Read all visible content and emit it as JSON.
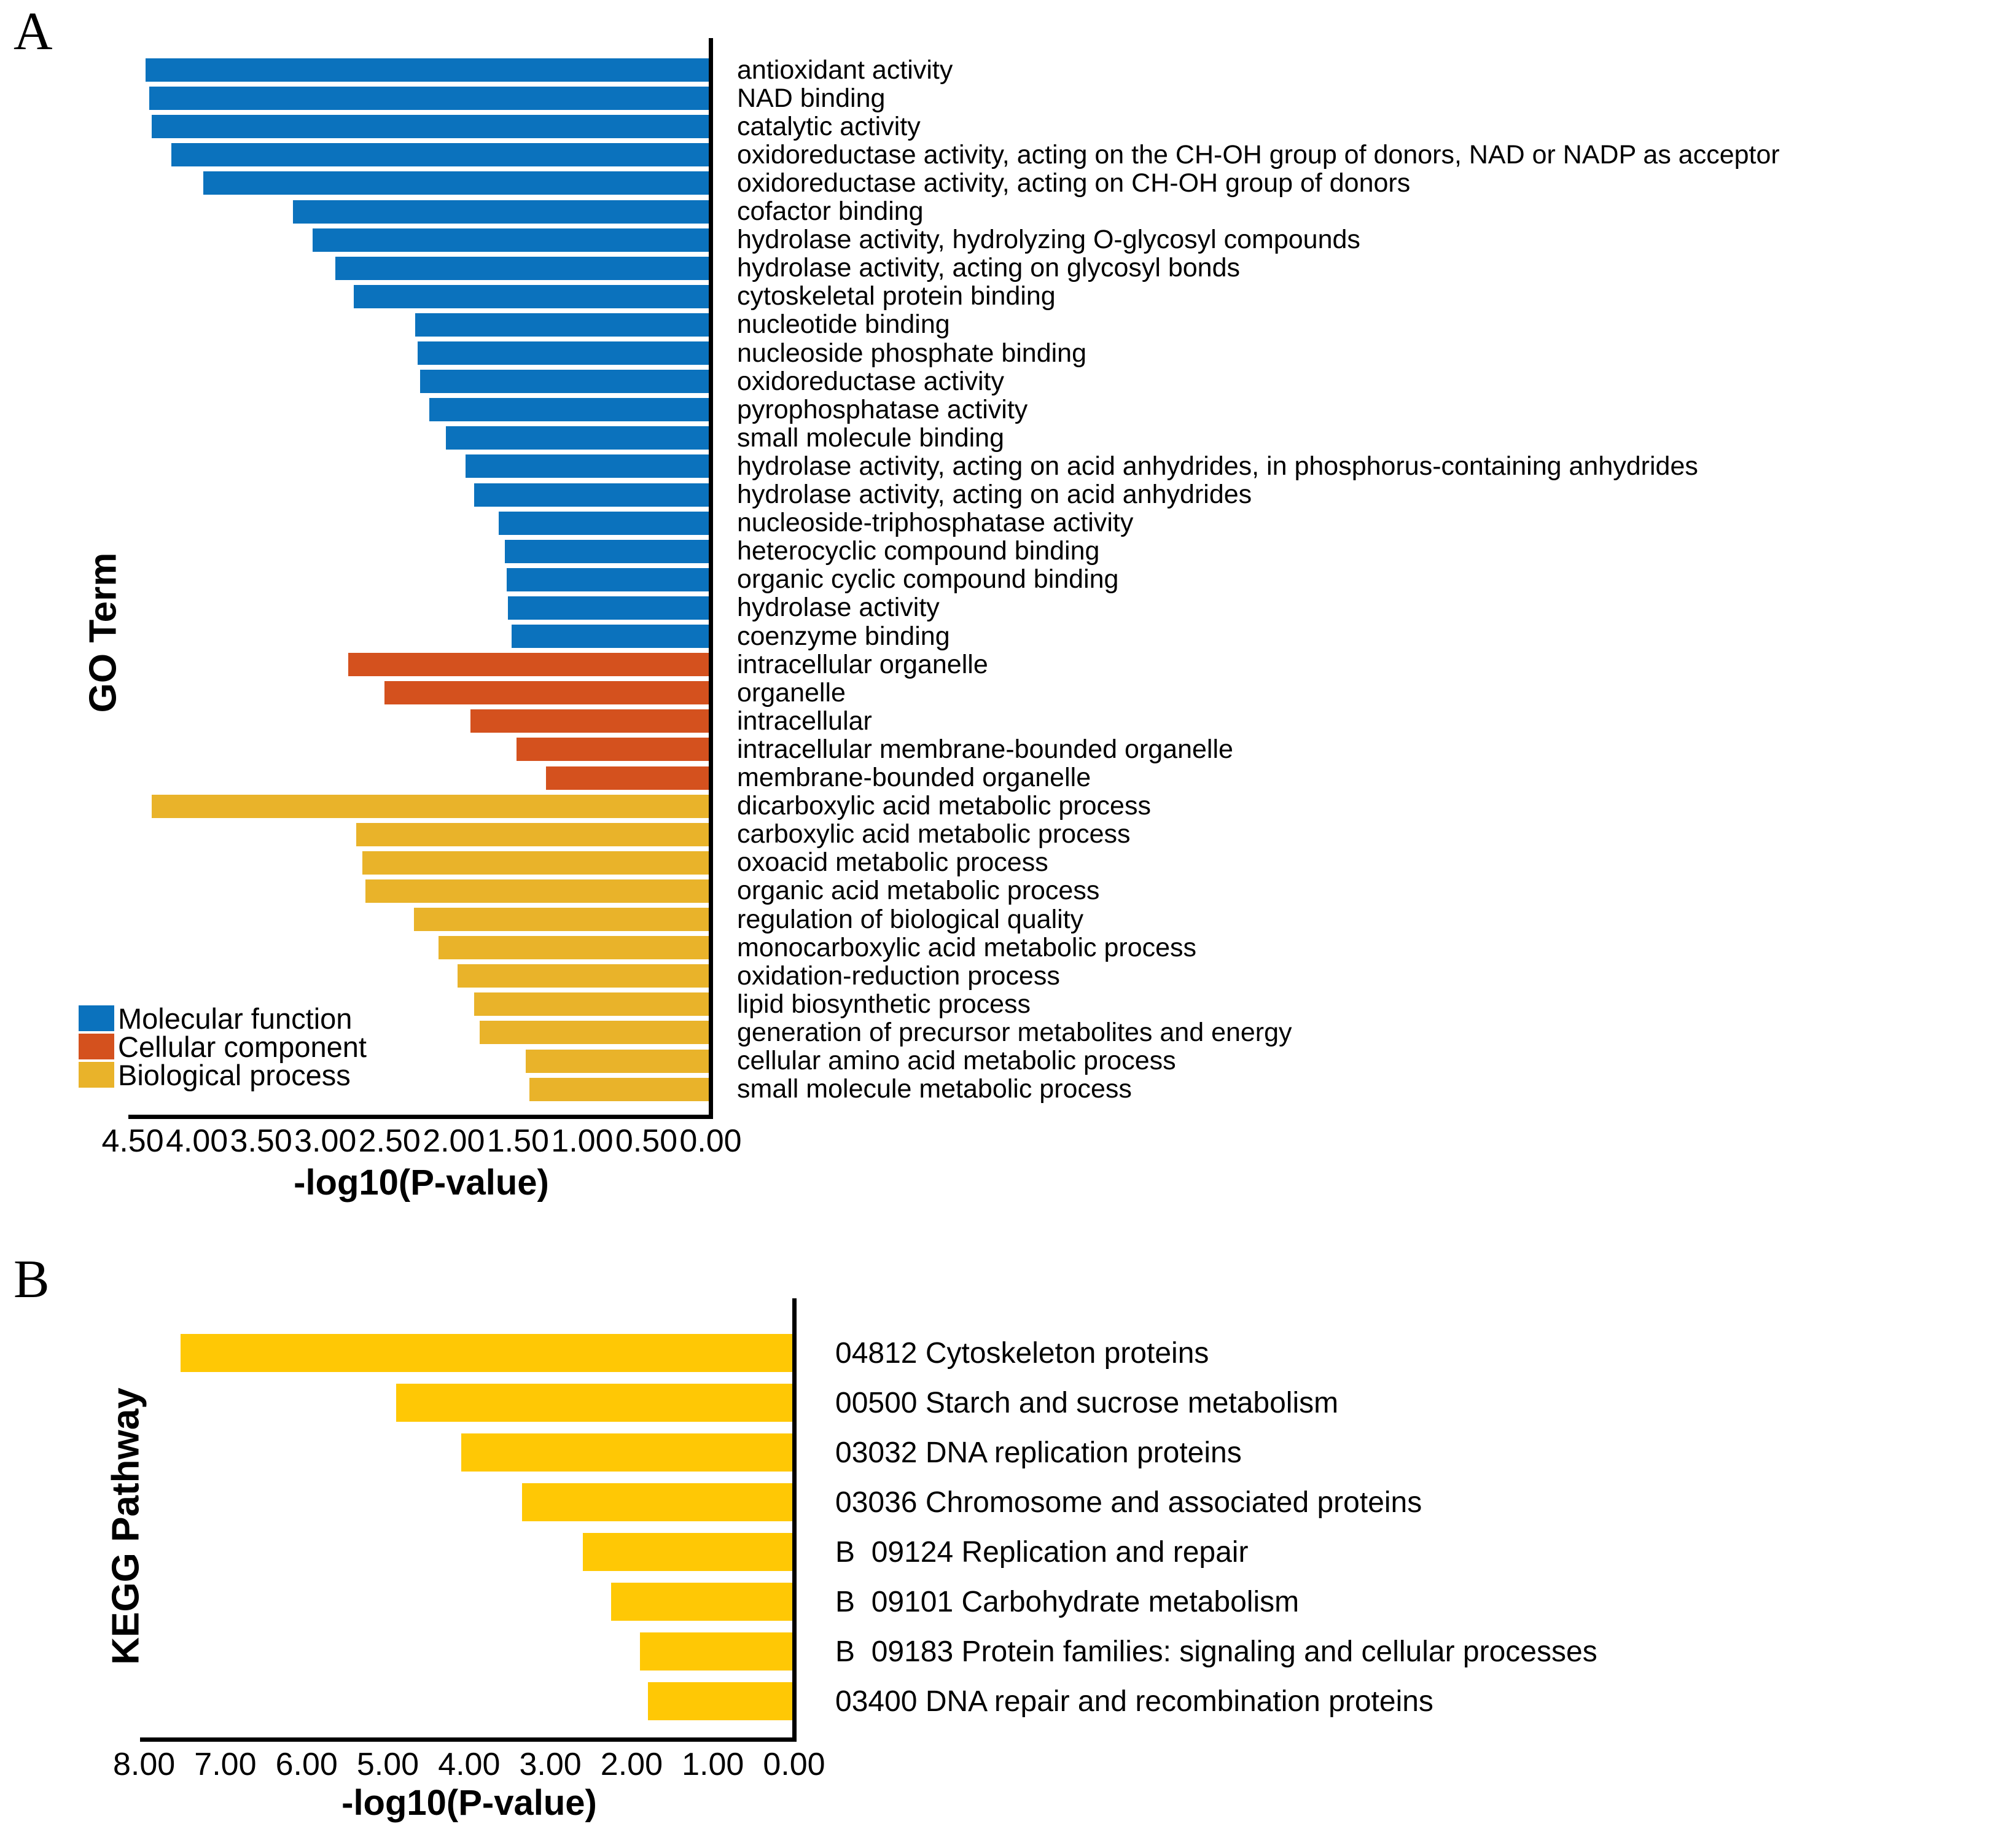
{
  "figure": {
    "panel_a": {
      "letter": "A",
      "y_axis_label": "GO Term",
      "x_axis_label": "-log10(P-value)",
      "x_ticks": [
        "4.50",
        "4.00",
        "3.50",
        "3.00",
        "2.50",
        "2.00",
        "1.50",
        "1.00",
        "0.50",
        "0.00"
      ],
      "legend": [
        {
          "label": "Molecular function",
          "color": "#0b72bd"
        },
        {
          "label": "Cellular component",
          "color": "#d4511e"
        },
        {
          "label": "Biological process",
          "color": "#e9b32a"
        }
      ]
    },
    "panel_b": {
      "letter": "B",
      "y_axis_label": "KEGG Pathway",
      "x_axis_label": "-log10(P-value)",
      "x_ticks": [
        "8.00",
        "7.00",
        "6.00",
        "5.00",
        "4.00",
        "3.00",
        "2.00",
        "1.00",
        "0.00"
      ],
      "bar_color": "#ffc805"
    }
  },
  "chart_data": [
    {
      "id": "go_term_enrichment",
      "type": "bar",
      "orientation": "horizontal",
      "xlabel": "-log10(P-value)",
      "ylabel": "GO Term",
      "xlim": [
        4.5,
        0
      ],
      "x_axis_reversed": true,
      "grid": false,
      "legend_position": "inside-bottom-left",
      "legend": [
        "Molecular function",
        "Cellular component",
        "Biological process"
      ],
      "colors": {
        "Molecular function": "#0b72bd",
        "Cellular component": "#d4511e",
        "Biological process": "#e9b32a"
      },
      "bars": [
        {
          "label": "antioxidant activity",
          "value": 4.4,
          "category": "Molecular function"
        },
        {
          "label": "NAD binding",
          "value": 4.37,
          "category": "Molecular function"
        },
        {
          "label": "catalytic activity",
          "value": 4.35,
          "category": "Molecular function"
        },
        {
          "label": "oxidoreductase activity, acting on the CH-OH group of donors, NAD or NADP as acceptor",
          "value": 4.2,
          "category": "Molecular function"
        },
        {
          "label": "oxidoreductase activity, acting on CH-OH group of donors",
          "value": 3.95,
          "category": "Molecular function"
        },
        {
          "label": "cofactor binding",
          "value": 3.25,
          "category": "Molecular function"
        },
        {
          "label": "hydrolase activity, hydrolyzing O-glycosyl compounds",
          "value": 3.1,
          "category": "Molecular function"
        },
        {
          "label": "hydrolase activity, acting on glycosyl bonds",
          "value": 2.92,
          "category": "Molecular function"
        },
        {
          "label": "cytoskeletal protein binding",
          "value": 2.78,
          "category": "Molecular function"
        },
        {
          "label": "nucleotide binding",
          "value": 2.3,
          "category": "Molecular function"
        },
        {
          "label": "nucleoside phosphate binding",
          "value": 2.28,
          "category": "Molecular function"
        },
        {
          "label": "oxidoreductase activity",
          "value": 2.26,
          "category": "Molecular function"
        },
        {
          "label": "pyrophosphatase activity",
          "value": 2.19,
          "category": "Molecular function"
        },
        {
          "label": "small molecule binding",
          "value": 2.06,
          "category": "Molecular function"
        },
        {
          "label": "hydrolase activity, acting on acid anhydrides, in phosphorus-containing anhydrides",
          "value": 1.91,
          "category": "Molecular function"
        },
        {
          "label": "hydrolase activity, acting on acid anhydrides",
          "value": 1.84,
          "category": "Molecular function"
        },
        {
          "label": "nucleoside-triphosphatase activity",
          "value": 1.65,
          "category": "Molecular function"
        },
        {
          "label": "heterocyclic compound binding",
          "value": 1.6,
          "category": "Molecular function"
        },
        {
          "label": "organic cyclic compound binding",
          "value": 1.59,
          "category": "Molecular function"
        },
        {
          "label": "hydrolase activity",
          "value": 1.58,
          "category": "Molecular function"
        },
        {
          "label": "coenzyme binding",
          "value": 1.55,
          "category": "Molecular function"
        },
        {
          "label": "intracellular organelle",
          "value": 2.82,
          "category": "Cellular component"
        },
        {
          "label": "organelle",
          "value": 2.54,
          "category": "Cellular component"
        },
        {
          "label": "intracellular",
          "value": 1.87,
          "category": "Cellular component"
        },
        {
          "label": "intracellular membrane-bounded organelle",
          "value": 1.51,
          "category": "Cellular component"
        },
        {
          "label": "membrane-bounded organelle",
          "value": 1.28,
          "category": "Cellular component"
        },
        {
          "label": "dicarboxylic acid metabolic process",
          "value": 4.35,
          "category": "Biological process"
        },
        {
          "label": "carboxylic acid metabolic process",
          "value": 2.76,
          "category": "Biological process"
        },
        {
          "label": "oxoacid metabolic process",
          "value": 2.71,
          "category": "Biological process"
        },
        {
          "label": "organic acid metabolic process",
          "value": 2.69,
          "category": "Biological process"
        },
        {
          "label": "regulation of biological quality",
          "value": 2.31,
          "category": "Biological process"
        },
        {
          "label": "monocarboxylic acid metabolic process",
          "value": 2.12,
          "category": "Biological process"
        },
        {
          "label": "oxidation-reduction process",
          "value": 1.97,
          "category": "Biological process"
        },
        {
          "label": "lipid biosynthetic process",
          "value": 1.84,
          "category": "Biological process"
        },
        {
          "label": "generation of precursor metabolites and energy",
          "value": 1.8,
          "category": "Biological process"
        },
        {
          "label": "cellular amino acid metabolic process",
          "value": 1.44,
          "category": "Biological process"
        },
        {
          "label": "small molecule metabolic process",
          "value": 1.41,
          "category": "Biological process"
        }
      ]
    },
    {
      "id": "kegg_pathway_enrichment",
      "type": "bar",
      "orientation": "horizontal",
      "xlabel": "-log10(P-value)",
      "ylabel": "KEGG Pathway",
      "xlim": [
        8,
        0
      ],
      "x_axis_reversed": true,
      "grid": false,
      "bar_color": "#ffc805",
      "bars": [
        {
          "label": "04812 Cytoskeleton proteins",
          "value": 7.55
        },
        {
          "label": "00500 Starch and sucrose metabolism",
          "value": 4.9
        },
        {
          "label": "03032 DNA replication proteins",
          "value": 4.1
        },
        {
          "label": "03036 Chromosome and associated proteins",
          "value": 3.35
        },
        {
          "label": "B  09124 Replication and repair",
          "value": 2.6
        },
        {
          "label": "B  09101 Carbohydrate metabolism",
          "value": 2.25
        },
        {
          "label": "B  09183 Protein families: signaling and cellular processes",
          "value": 1.9
        },
        {
          "label": "03400 DNA repair and recombination proteins",
          "value": 1.8
        }
      ]
    }
  ]
}
